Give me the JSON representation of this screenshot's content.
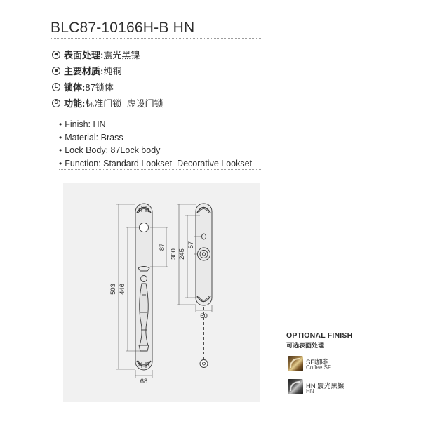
{
  "title": "BLC87-10166H-B HN",
  "cn_specs": [
    {
      "icon": "finish-icon",
      "glyph": "◀",
      "label": "表面处理:",
      "value": "震光黑镍"
    },
    {
      "icon": "material-icon",
      "glyph": "",
      "label": "主要材质:",
      "value": "纯铜"
    },
    {
      "icon": "lock-body-icon",
      "glyph": "L",
      "label": "锁体:",
      "value": "87锁体"
    },
    {
      "icon": "function-icon",
      "glyph": "C",
      "label": "功能:",
      "value": "标准门锁  虚设门锁"
    }
  ],
  "en_specs": [
    {
      "label": "Finish:",
      "value": "HN"
    },
    {
      "label": "Material:",
      "value": "Brass"
    },
    {
      "label": "Lock Body:",
      "value": "87Lock body"
    },
    {
      "label": "Function:",
      "value": "Standard Lookset  Decorative Lookset"
    }
  ],
  "bullet": "•",
  "drawing": {
    "dim_503": "503",
    "dim_446": "446",
    "dim_87": "87",
    "dim_68": "68",
    "dim_300": "300",
    "dim_245": "245",
    "dim_57": "57",
    "dim_60": "60"
  },
  "optional_finish": {
    "title": "OPTIONAL FINISH",
    "subtitle": "可选表面处理",
    "options": [
      {
        "code": "SF咖啡",
        "name": "Coffee SF"
      },
      {
        "code": "HN 震光黑镍",
        "name": "HN"
      }
    ]
  }
}
